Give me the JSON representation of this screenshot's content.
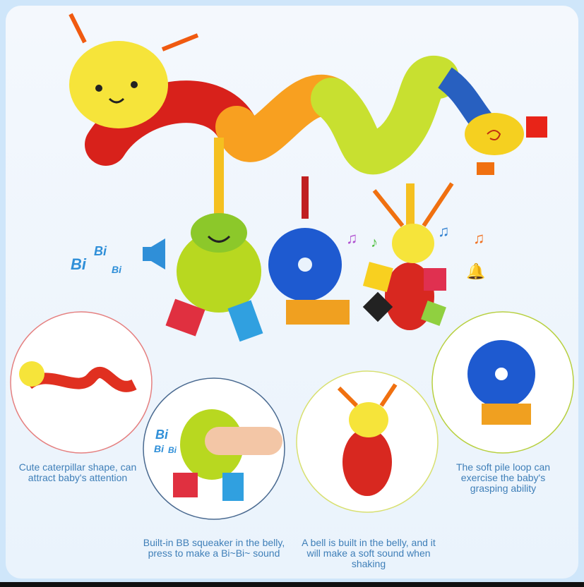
{
  "squeaker_sound_text": [
    "Bi",
    "Bi",
    "Bi"
  ],
  "inset_sound_text": [
    "Bi",
    "Bi",
    "Bi"
  ],
  "captions": {
    "caterpillar": "Cute caterpillar shape, can attract baby's attention",
    "squeaker": "Built-in BB squeaker in the belly, press to make a Bi~Bi~ sound",
    "bell": "A bell is built in the belly, and it will make a soft sound when shaking",
    "loop": "The soft pile loop can exercise the baby's grasping ability"
  },
  "colors": {
    "caption": "#3f7fb8",
    "background": "#eaf3fc",
    "frame": "#cfe6fa"
  }
}
